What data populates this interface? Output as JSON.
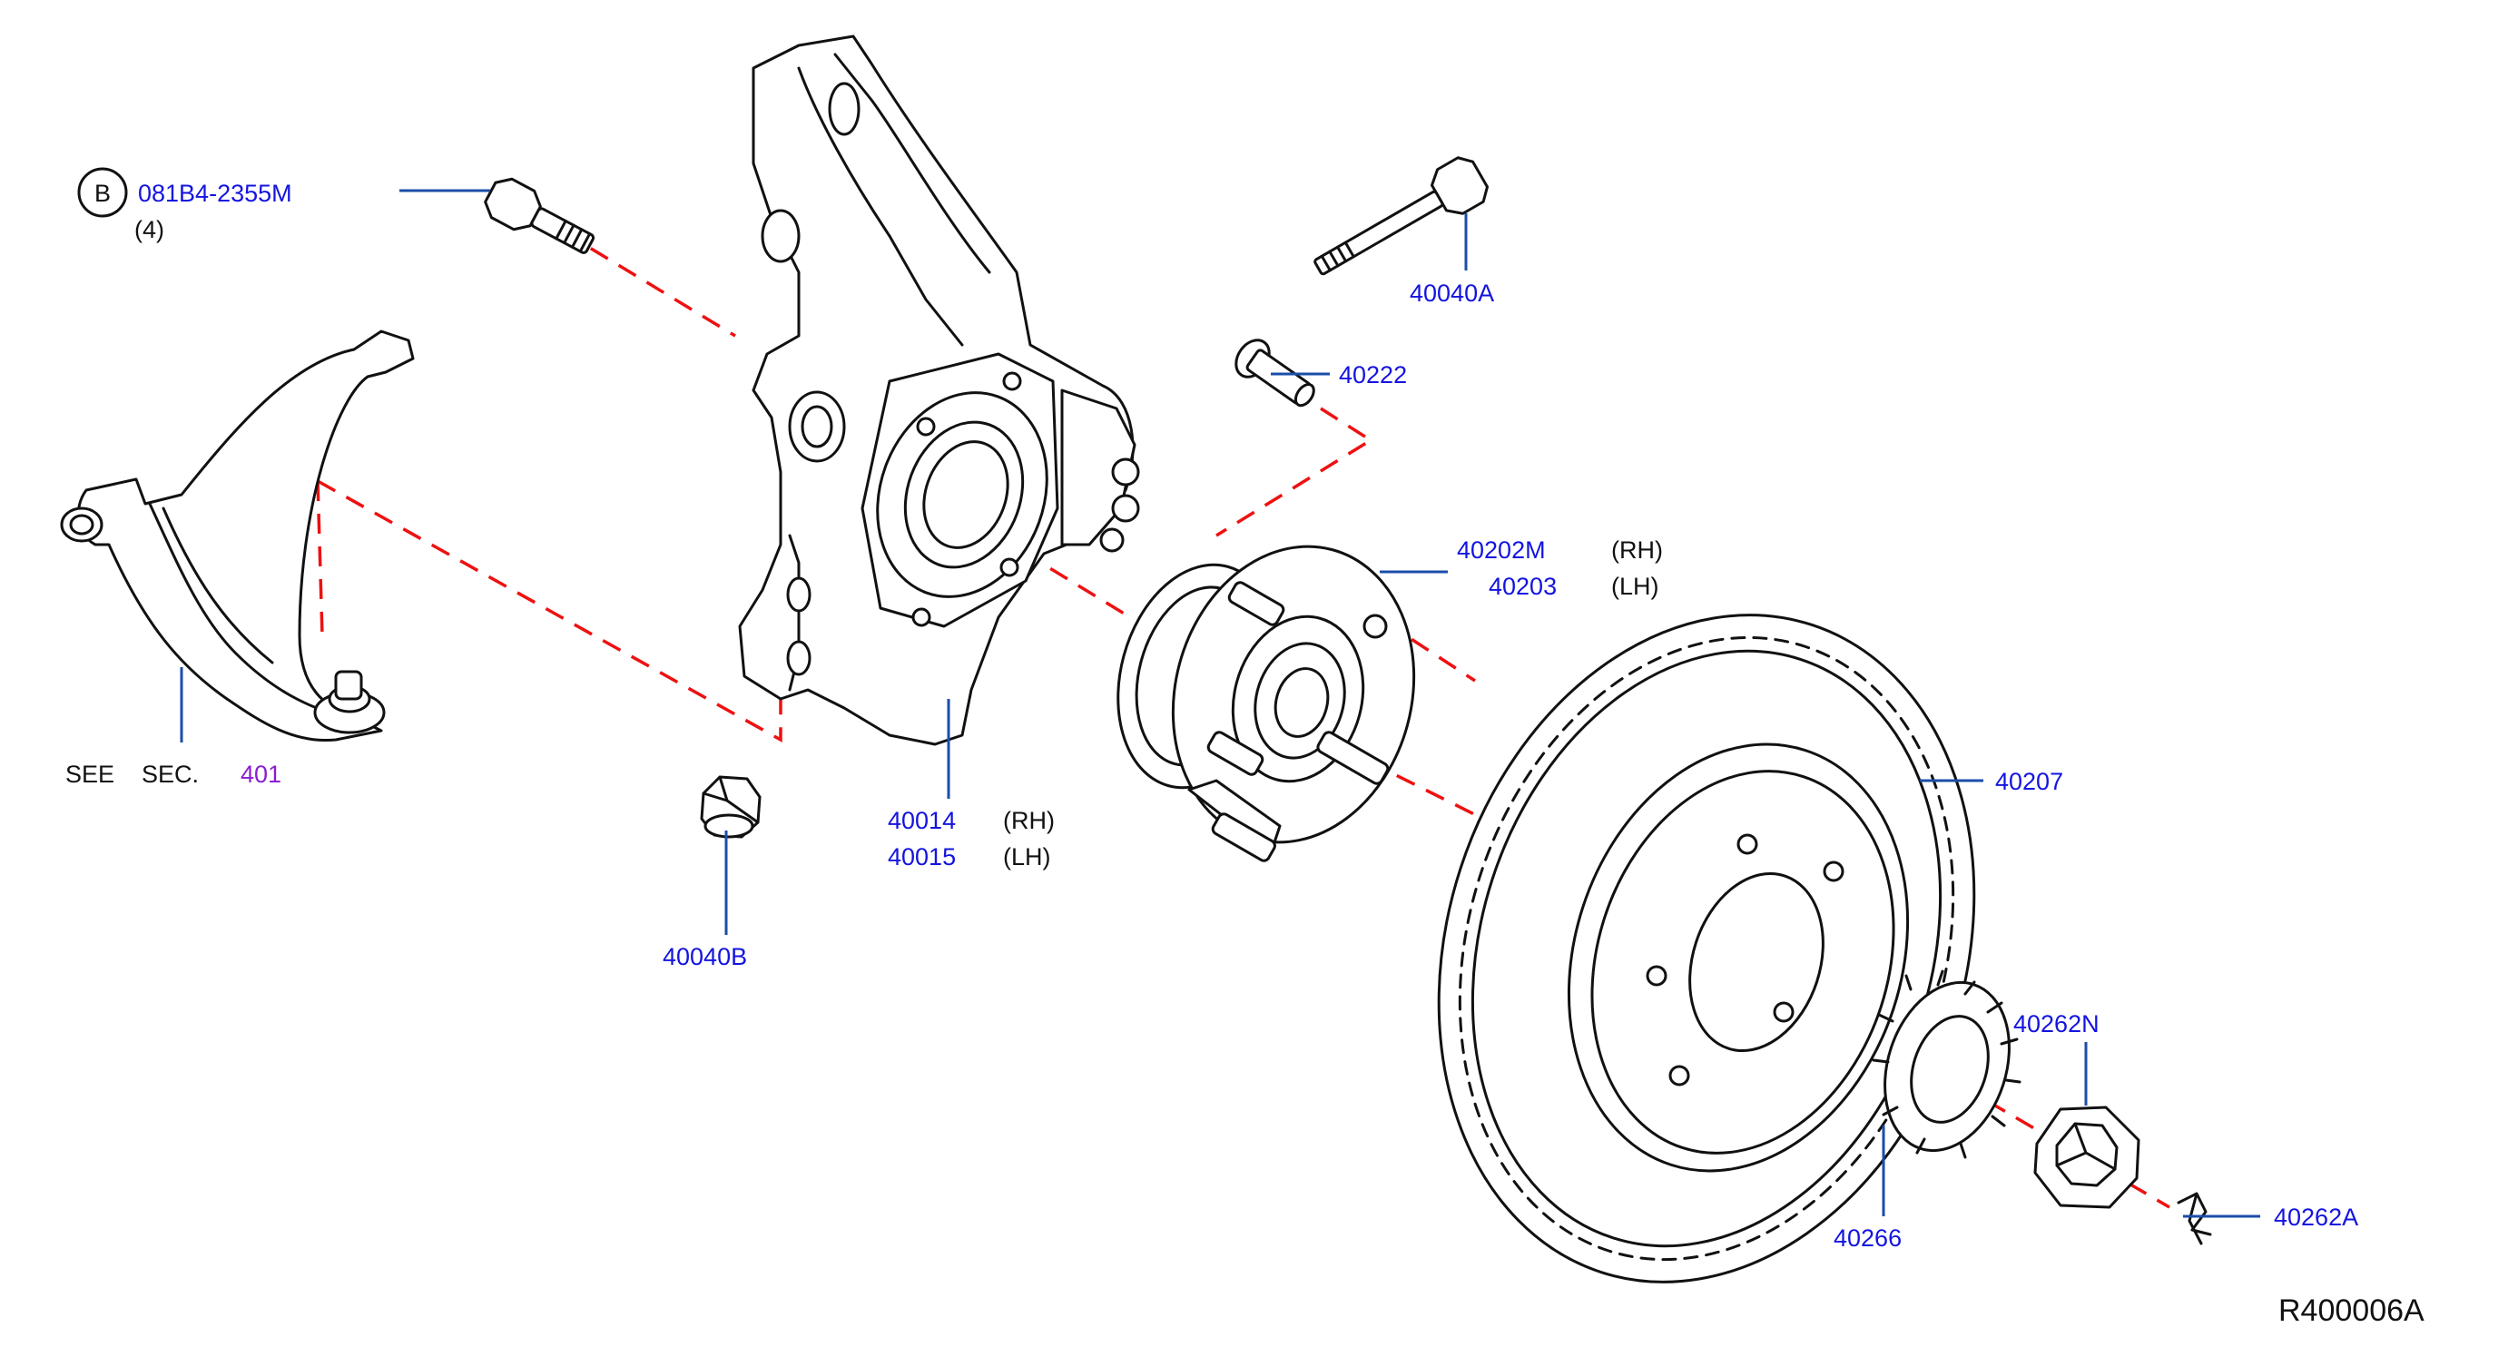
{
  "diagram": {
    "reference_code": "R400006A",
    "callouts": {
      "bolt_circle_letter": "B",
      "bolt_part": "081B4-2355M",
      "bolt_qty": "(4)",
      "see": "SEE",
      "sec": "SEC.",
      "sec_number": "401",
      "knuckle_rh_part": "40014",
      "knuckle_rh_side": "(RH)",
      "knuckle_lh_part": "40015",
      "knuckle_lh_side": "(LH)",
      "nut_40040b": "40040B",
      "bolt_40040a": "40040A",
      "stud_40222": "40222",
      "hub_rh_part": "40202M",
      "hub_rh_side": "(RH)",
      "hub_lh_part": "40203",
      "hub_lh_side": "(LH)",
      "rotor_40207": "40207",
      "lock_40266": "40266",
      "nut_40262n": "40262N",
      "pin_40262a": "40262A"
    },
    "colors": {
      "part_number": "#1414e0",
      "section_link": "#8a1ecf",
      "leader_line": "#1a4ea8",
      "assembly_line": "#e11111",
      "outline": "#111111"
    }
  }
}
